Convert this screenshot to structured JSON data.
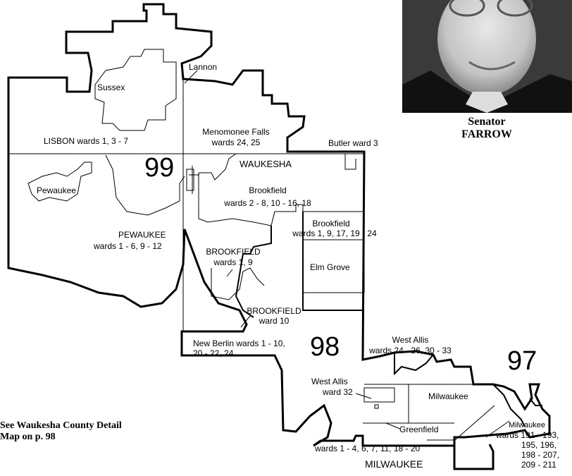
{
  "senator": {
    "title": "Senator",
    "name": "FARROW"
  },
  "note": {
    "line1": "See Waukesha County Detail",
    "line2": "Map on p. 98"
  },
  "districts": {
    "d99": "99",
    "d98": "98",
    "d97": "97"
  },
  "labels": {
    "lannon": "Lannon",
    "sussex": "Sussex",
    "lisbon": "LISBON wards 1, 3 - 7",
    "menomonee_1": "Menomonee Falls",
    "menomonee_2": "wards 24, 25",
    "butler": "Butler ward 3",
    "waukesha": "WAUKESHA",
    "pewaukee_village": "Pewaukee",
    "brookfield_v_1": "Brookfield",
    "brookfield_v_2": "wards 2 - 8, 10 - 16, 18",
    "brookfield_c2_1": "Brookfield",
    "brookfield_c2_2": "wards 1, 9, 17, 19 - 24",
    "pewaukee_town_1": "PEWAUKEE",
    "pewaukee_town_2": "wards 1 - 6, 9 - 12",
    "brookfield_t_1": "BROOKFIELD",
    "brookfield_t_2": "wards 1, 9",
    "elm_grove": "Elm Grove",
    "brookfield_w10_1": "BROOKFIELD",
    "brookfield_w10_2": "ward 10",
    "new_berlin_1": "New Berlin wards 1 - 10,",
    "new_berlin_2": "20 - 22, 24",
    "west_allis_1": "West Allis",
    "west_allis_2": "wards 24 - 26, 30 - 33",
    "west_allis32_1": "West Allis",
    "west_allis32_2": "ward 32",
    "milwaukee_city": "Milwaukee",
    "greenfield": "Greenfield",
    "greenfield_wards": "wards 1 - 4, 6, 7, 11, 18 - 20",
    "milwaukee_county": "MILWAUKEE",
    "milwaukee_2": "Milwaukee",
    "mke_wards_1": "wards 191 - 193,",
    "mke_wards_2": "195, 196,",
    "mke_wards_3": "198 - 207,",
    "mke_wards_4": "209 - 211"
  }
}
